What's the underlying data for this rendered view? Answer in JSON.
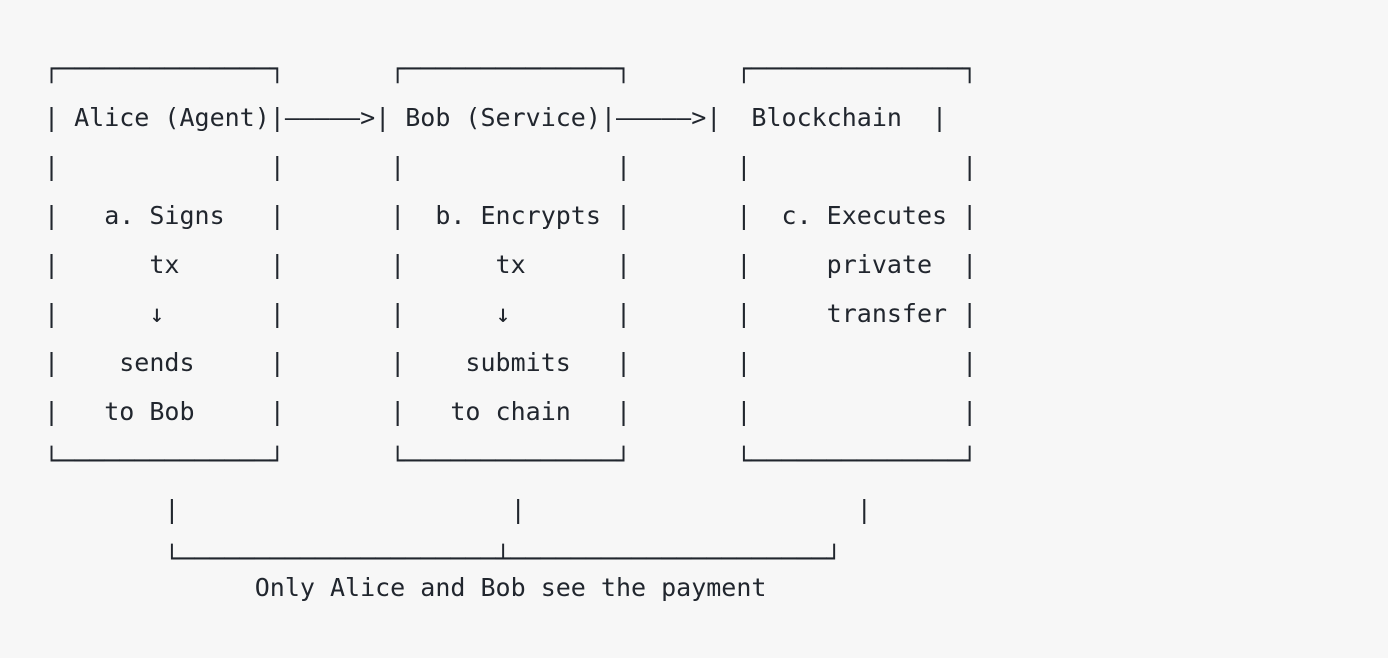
{
  "figure": {
    "kind": "ascii-art-diagram",
    "title_text": "",
    "background_color": "#f7f7f7",
    "text_color": "#21262e",
    "font_kind": "monospace"
  },
  "nodes": [
    {
      "id": "alice",
      "header": "Alice (Agent)",
      "step_label": "a.",
      "body_lines": [
        "a. Signs",
        "tx",
        "↓",
        "sends",
        "to Bob"
      ],
      "full_lines": [
        "Alice (Agent)",
        "",
        "a. Signs",
        "tx",
        "↓",
        "sends",
        "to Bob",
        ""
      ]
    },
    {
      "id": "bob",
      "header": "Bob (Service)",
      "step_label": "b.",
      "body_lines": [
        "b. Encrypts",
        "tx",
        "↓",
        "submits",
        "to chain"
      ],
      "full_lines": [
        "Bob (Service)",
        "",
        "b. Encrypts",
        "tx",
        "↓",
        "submits",
        "to chain",
        ""
      ]
    },
    {
      "id": "blockchain",
      "header": "Blockchain",
      "step_label": "c.",
      "body_lines": [
        "c. Executes",
        "private",
        "transfer"
      ],
      "full_lines": [
        "Blockchain",
        "",
        "c. Executes",
        "private",
        "transfer",
        "",
        "",
        ""
      ]
    }
  ],
  "connectors": [
    {
      "id": "alice-to-bob",
      "glyph": "—————>",
      "from": "alice",
      "to": "bob",
      "direction": "right"
    },
    {
      "id": "bob-to-blockchain",
      "glyph": "—————>",
      "from": "bob",
      "to": "blockchain",
      "direction": "right"
    }
  ],
  "bracket": {
    "id": "privacy-bracket",
    "spans": [
      "alice",
      "bob",
      "blockchain"
    ],
    "stem_glyph": "|",
    "rail_glyph": "└─┴─┘"
  },
  "caption": {
    "text": "Only Alice and Bob see the payment"
  },
  "ascii": {
    "lines": [
      "┌──────────────┐       ┌──────────────┐       ┌──────────────┐",
      "| Alice (Agent)|—————>| Bob (Service)|—————>|  Blockchain  |",
      "|              |       |              |       |              |",
      "|   a. Signs   |       |  b. Encrypts |       |  c. Executes |",
      "|      tx      |       |      tx      |       |     private  |",
      "|      ↓       |       |      ↓       |       |     transfer |",
      "|    sends     |       |    submits   |       |              |",
      "|   to Bob     |       |   to chain   |       |              |",
      "└──────────────┘       └──────────────┘       └──────────────┘",
      "        |                      |                      |",
      "        └─────────────────────┴─────────────────────┘"
    ],
    "caption_line": "              Only Alice and Bob see the payment"
  }
}
